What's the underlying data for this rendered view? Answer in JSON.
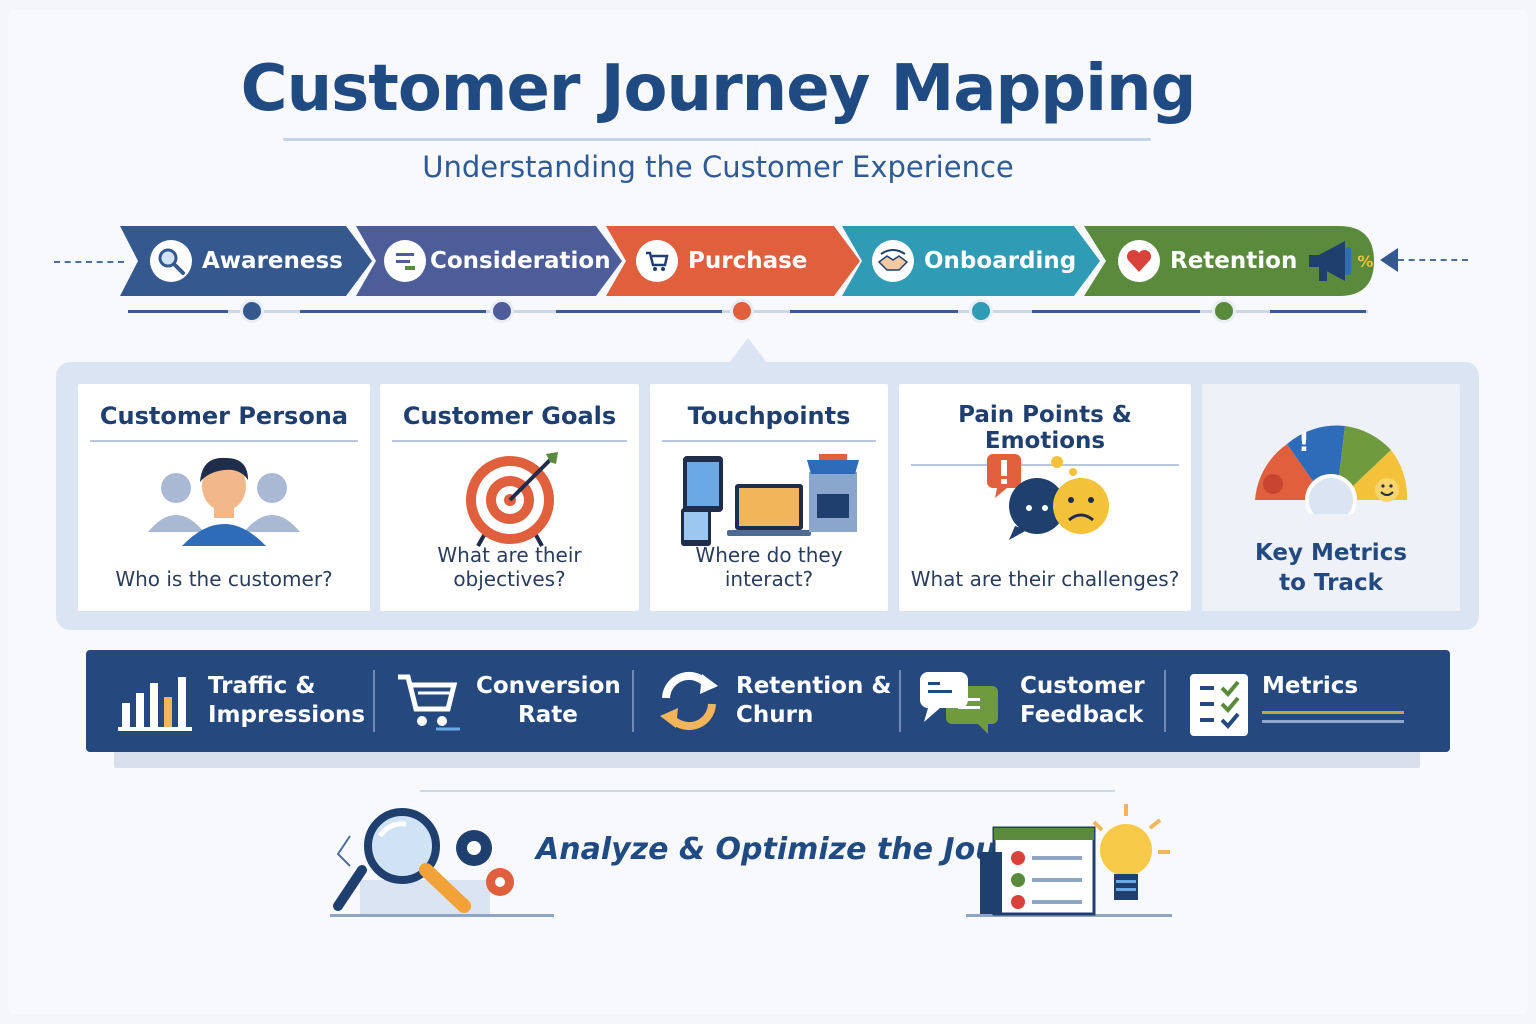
{
  "header": {
    "title": "Customer Journey Mapping",
    "subtitle": "Understanding the Customer Experience"
  },
  "journey": {
    "stages": [
      {
        "label": "Awareness",
        "icon": "magnifier-icon",
        "color": "#35598f"
      },
      {
        "label": "Consideration",
        "icon": "checklist-icon",
        "color": "#4d5d9a"
      },
      {
        "label": "Purchase",
        "icon": "cart-icon",
        "color": "#e0603e"
      },
      {
        "label": "Onboarding",
        "icon": "handshake-icon",
        "color": "#2f9bb4"
      },
      {
        "label": "Retention",
        "icon": "heart-icon",
        "color": "#5a8a3c"
      }
    ],
    "retention_badge": "%"
  },
  "cards": [
    {
      "title": "Customer Persona",
      "question": "Who is the customer?",
      "icon": "persona-icon"
    },
    {
      "title": "Customer Goals",
      "question": "What are their objectives?",
      "icon": "target-icon"
    },
    {
      "title": "Touchpoints",
      "question": "Where do they interact?",
      "icon": "devices-icon"
    },
    {
      "title": "Pain Points & Emotions",
      "question": "What are their challenges?",
      "icon": "emotions-icon"
    }
  ],
  "key_metrics": {
    "line1": "Key Metrics",
    "line2": "to Track",
    "gauge_mark": "!",
    "icon": "gauge-icon"
  },
  "metrics_bar": [
    {
      "line1": "Traffic &",
      "line2": "Impressions",
      "icon": "bar-chart-icon"
    },
    {
      "line1": "Conversion",
      "line2": "Rate",
      "icon": "cart-arrow-icon"
    },
    {
      "line1": "Retention &",
      "line2": "Churn",
      "icon": "refresh-icon"
    },
    {
      "line1": "Customer",
      "line2": "Feedback",
      "icon": "chat-bubbles-icon"
    },
    {
      "line1": "Metrics",
      "line2": "",
      "icon": "checklist-board-icon"
    }
  ],
  "bottom": {
    "text": "Analyze & Optimize the Journey"
  },
  "colors": {
    "navy": "#25497f",
    "title": "#1f4a82",
    "panel": "#dbe4f2"
  }
}
